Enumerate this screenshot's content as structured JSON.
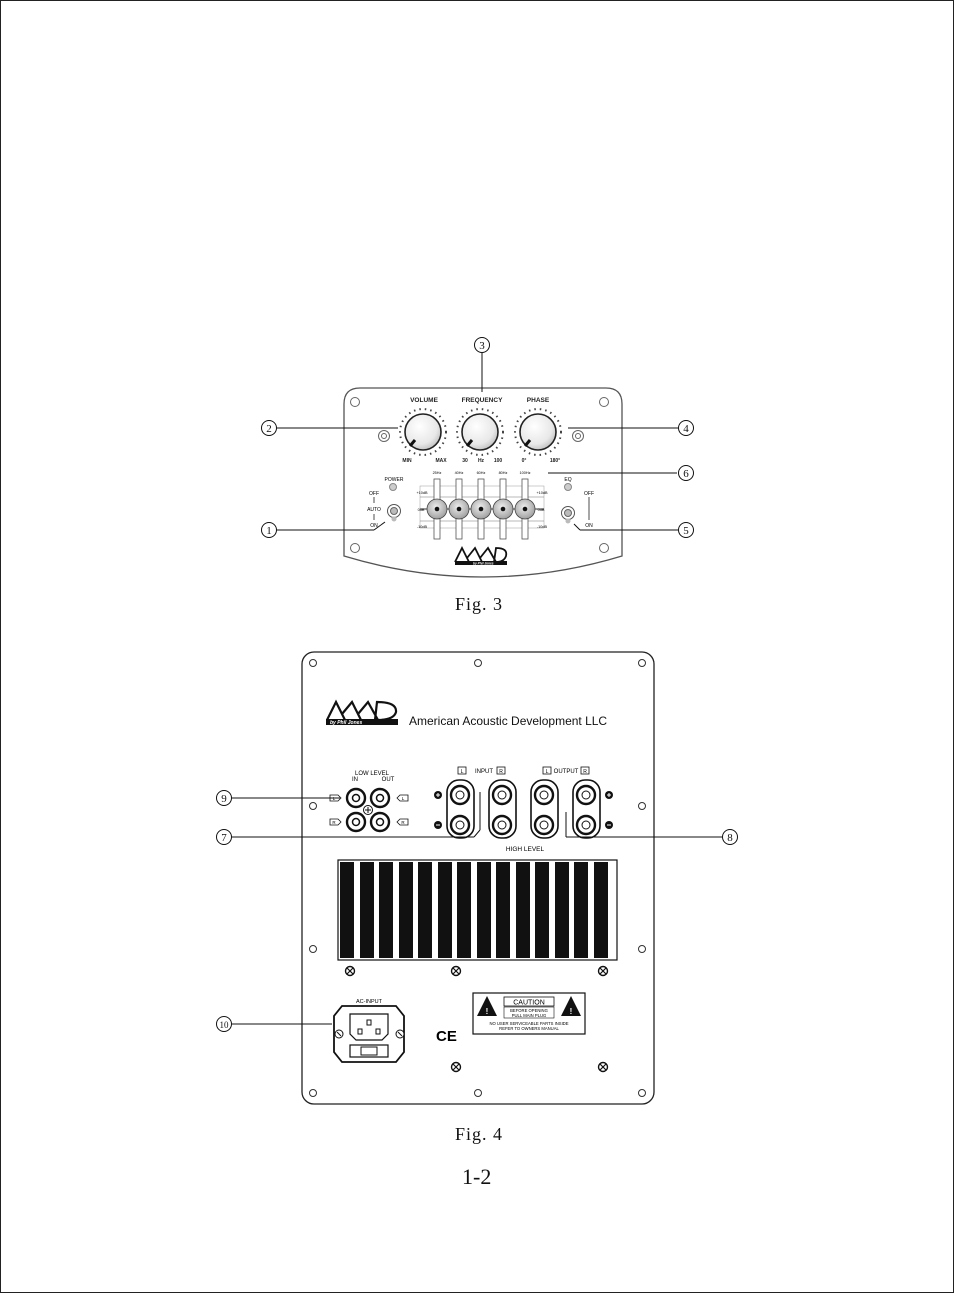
{
  "fig3": {
    "caption": "Fig. 3",
    "callouts": [
      "1",
      "2",
      "3",
      "4",
      "5",
      "6"
    ],
    "knobs": [
      {
        "label": "VOLUME",
        "min": "MIN",
        "max": "MAX"
      },
      {
        "label": "FREQUENCY",
        "min": "30",
        "mid": "Hz",
        "max": "100"
      },
      {
        "label": "PHASE",
        "min": "0°",
        "max": "180°"
      }
    ],
    "power_label": "POWER",
    "left_switch": {
      "off": "OFF",
      "auto": "AUTO",
      "on": "ON"
    },
    "eq_label": "EQ",
    "right_switch": {
      "off": "OFF",
      "on": "ON"
    },
    "eq_bands": [
      "25Hz",
      "40Hz",
      "60Hz",
      "80Hz",
      "100Hz"
    ],
    "eq_scale": {
      "top": "+10dB",
      "mid": "0dB",
      "bottom": "-10dB"
    },
    "logo": "AAD",
    "logo_sub": "by Phil Jones"
  },
  "fig4": {
    "caption": "Fig. 4",
    "callouts": [
      "7",
      "8",
      "9",
      "10"
    ],
    "logo": "AAD",
    "logo_sub": "by Phil Jones",
    "company": "American Acoustic Development LLC",
    "low_level": {
      "title": "LOW LEVEL",
      "in": "IN",
      "out": "OUT",
      "left": "L",
      "right": "R"
    },
    "input_label": "INPUT",
    "output_label": "OUTPUT",
    "high_level": "HIGH LEVEL",
    "channel_l": "L",
    "channel_r": "R",
    "ac_input": "AC-INPUT",
    "caution": {
      "title": "CAUTION",
      "line1": "BEFORE OPENING",
      "line2": "PULL MAIN PLUG",
      "line3": "NO USER SERVICEABLE PARTS INSIDE",
      "line4": "REFER TO OWNERS MANUAL"
    },
    "ce_mark": "CE"
  },
  "page_number": "1-2"
}
